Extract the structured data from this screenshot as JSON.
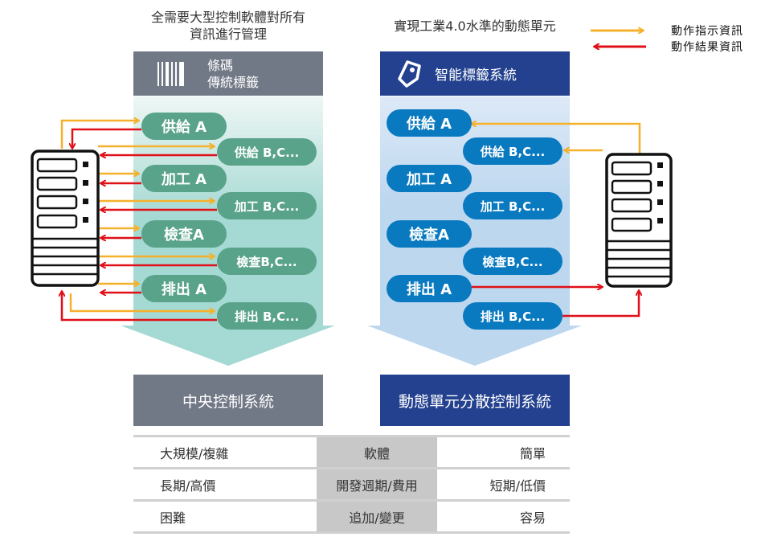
{
  "left": {
    "caption": [
      "全需要大型控制軟體對所有",
      "資訊進行管理"
    ],
    "header": {
      "icon": "barcode-icon",
      "line1": "條碼",
      "line2": "傳統標籤"
    },
    "items": [
      {
        "label": "供給 A",
        "size": "big"
      },
      {
        "label": "供給 B,C...",
        "size": "small"
      },
      {
        "label": "加工 A",
        "size": "big"
      },
      {
        "label": "加工 B,C...",
        "size": "small"
      },
      {
        "label": "檢查A",
        "size": "big"
      },
      {
        "label": "檢查B,C...",
        "size": "small"
      },
      {
        "label": "排出 A",
        "size": "big"
      },
      {
        "label": "排出 B,C...",
        "size": "small"
      }
    ],
    "system": "中央控制系統"
  },
  "right": {
    "caption": "實現工業4.0水準的動態單元",
    "header": {
      "icon": "tag-icon",
      "label": "智能標籤系統"
    },
    "items": [
      {
        "label": "供給 A",
        "size": "big"
      },
      {
        "label": "供給 B,C...",
        "size": "small"
      },
      {
        "label": "加工 A",
        "size": "big"
      },
      {
        "label": "加工 B,C...",
        "size": "small"
      },
      {
        "label": "檢查A",
        "size": "big"
      },
      {
        "label": "檢查B,C...",
        "size": "small"
      },
      {
        "label": "排出 A",
        "size": "big"
      },
      {
        "label": "排出 B,C...",
        "size": "small"
      }
    ],
    "system": "動態單元分散控制系統"
  },
  "legend": {
    "instruction": {
      "label": "動作指示資訊",
      "color": "#f5b12c"
    },
    "result": {
      "label": "動作結果資訊",
      "color": "#e01018"
    }
  },
  "colors": {
    "left_header": "#717886",
    "right_header": "#23418f",
    "green_pill": "#58a389",
    "blue_pill": "#0a7ac0",
    "left_arrow_bg": "#a5d9d3",
    "right_arrow_bg": "#bdd7ef"
  },
  "comparison": {
    "rows": [
      {
        "left": "大規模/複雜",
        "middle": "軟體",
        "right": "簡單"
      },
      {
        "left": "長期/高價",
        "middle": "開發週期/費用",
        "right": "短期/低價"
      },
      {
        "left": "困難",
        "middle": "追加/變更",
        "right": "容易"
      }
    ]
  }
}
